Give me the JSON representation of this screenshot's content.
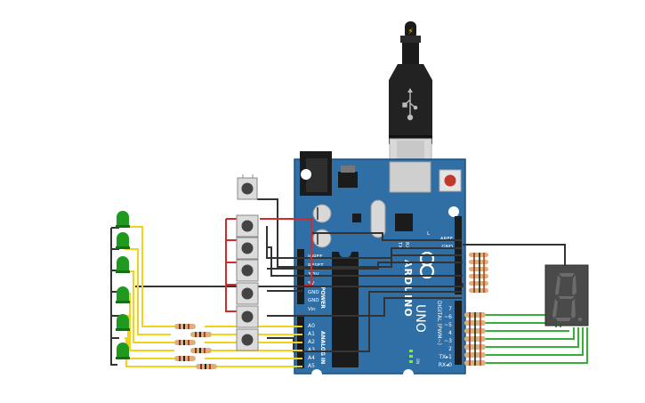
{
  "board": {
    "model": "UNO",
    "logo_text": "ARDUINO",
    "power_header_label": "POWER",
    "analog_header_label": "ANALOG IN",
    "digital_header_label": "DIGITAL (PWM~)",
    "on_label": "ON",
    "tx_led_label": "TX",
    "rx_led_label": "RX",
    "l_led_label": "L",
    "power_pins": [
      "IOREF",
      "RESET",
      "3.3V",
      "5V",
      "GND",
      "GND",
      "Vin"
    ],
    "analog_pins": [
      "A0",
      "A1",
      "A2",
      "A3",
      "A4",
      "A5"
    ],
    "top_pins": [
      "AREF",
      "GND"
    ],
    "digital_pins": [
      "7",
      "~6",
      "~5",
      "4",
      "~3",
      "2",
      "TX▸1",
      "RX◂0"
    ]
  },
  "usb": {
    "icon": "usb-icon",
    "plug_icon": "lightning-icon"
  },
  "colors": {
    "board": "#2f6fa6",
    "board_edge": "#1f4f7a",
    "wire_black": "#333333",
    "wire_red": "#d12b2b",
    "wire_yellow": "#f2d21b",
    "wire_green": "#35b035",
    "led_green": "#1f9a1f",
    "display_body": "#4a4a4a",
    "segment_off": "#6b6b6b"
  }
}
